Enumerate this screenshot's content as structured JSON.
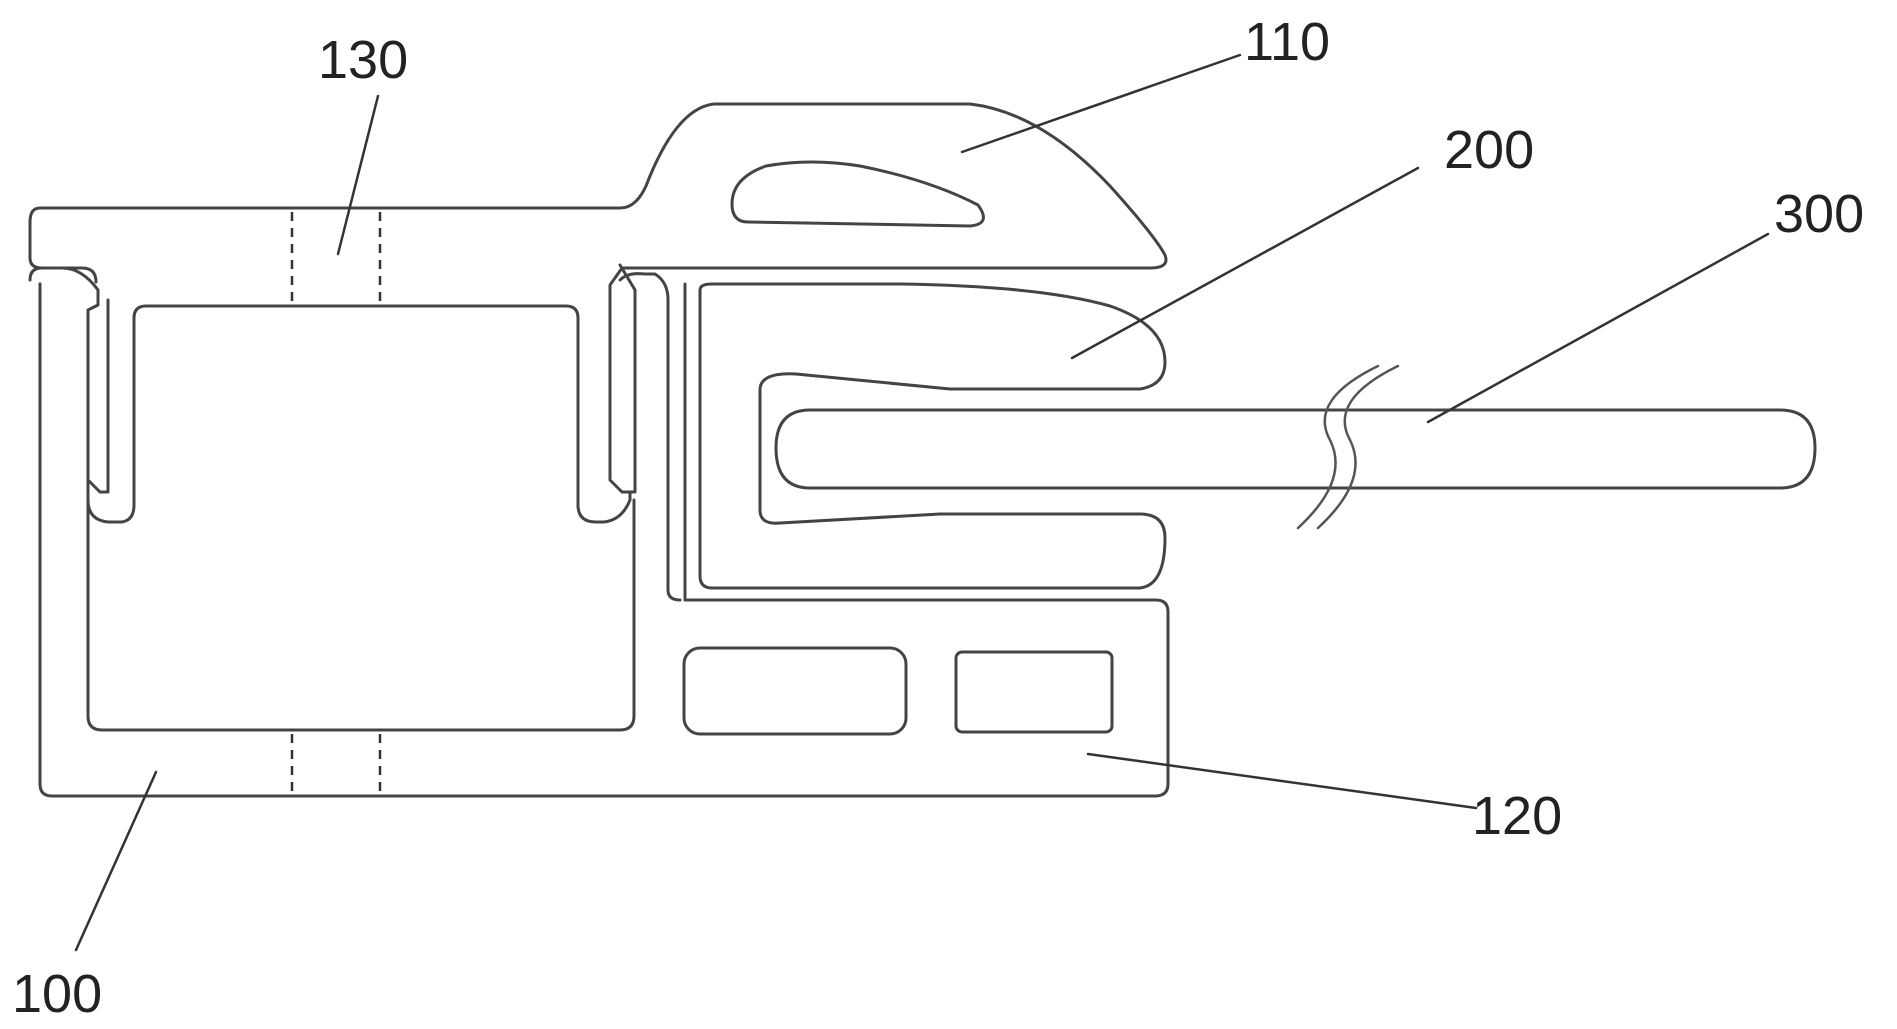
{
  "diagram": {
    "labels": {
      "l100": "100",
      "l110": "110",
      "l120": "120",
      "l130": "130",
      "l200": "200",
      "l300": "300"
    },
    "line_color": "#444444",
    "background": "#ffffff"
  }
}
